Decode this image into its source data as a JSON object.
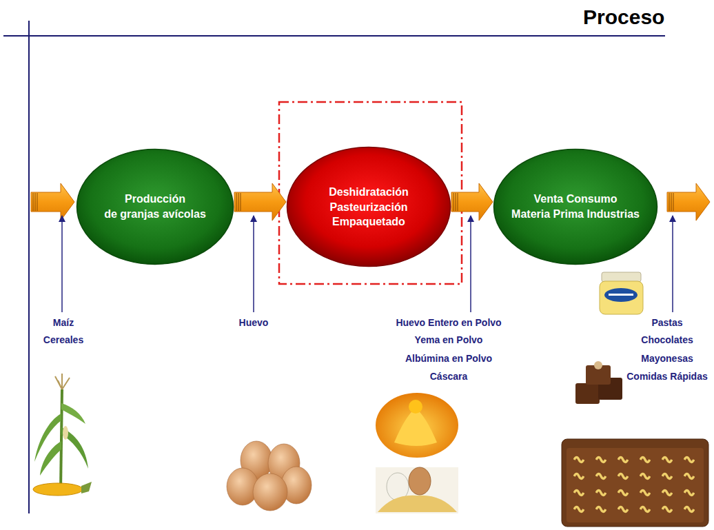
{
  "diagram": {
    "title": "Proceso",
    "nodes": [
      {
        "text": [
          "Producción",
          "de granjas avícolas"
        ]
      },
      {
        "text": [
          "Deshidratación",
          "Pasteurización",
          "Empaquetado"
        ]
      },
      {
        "text": [
          "Venta Consumo",
          "Materia Prima Industrias"
        ]
      }
    ],
    "edges": [
      {
        "from": 0,
        "to": 1,
        "arrow": "to"
      },
      {
        "from": 1,
        "to": 2,
        "arrow": "to"
      }
    ],
    "labels": [
      "Maíz",
      "Cereales",
      "Huevo",
      "Huevo Entero en Polvo",
      "Yema en Polvo",
      "Albúmina en Polvo",
      "Cáscara",
      "Pastas",
      "Chocolates",
      "Mayonesas",
      "Comidas Rápidas"
    ]
  }
}
